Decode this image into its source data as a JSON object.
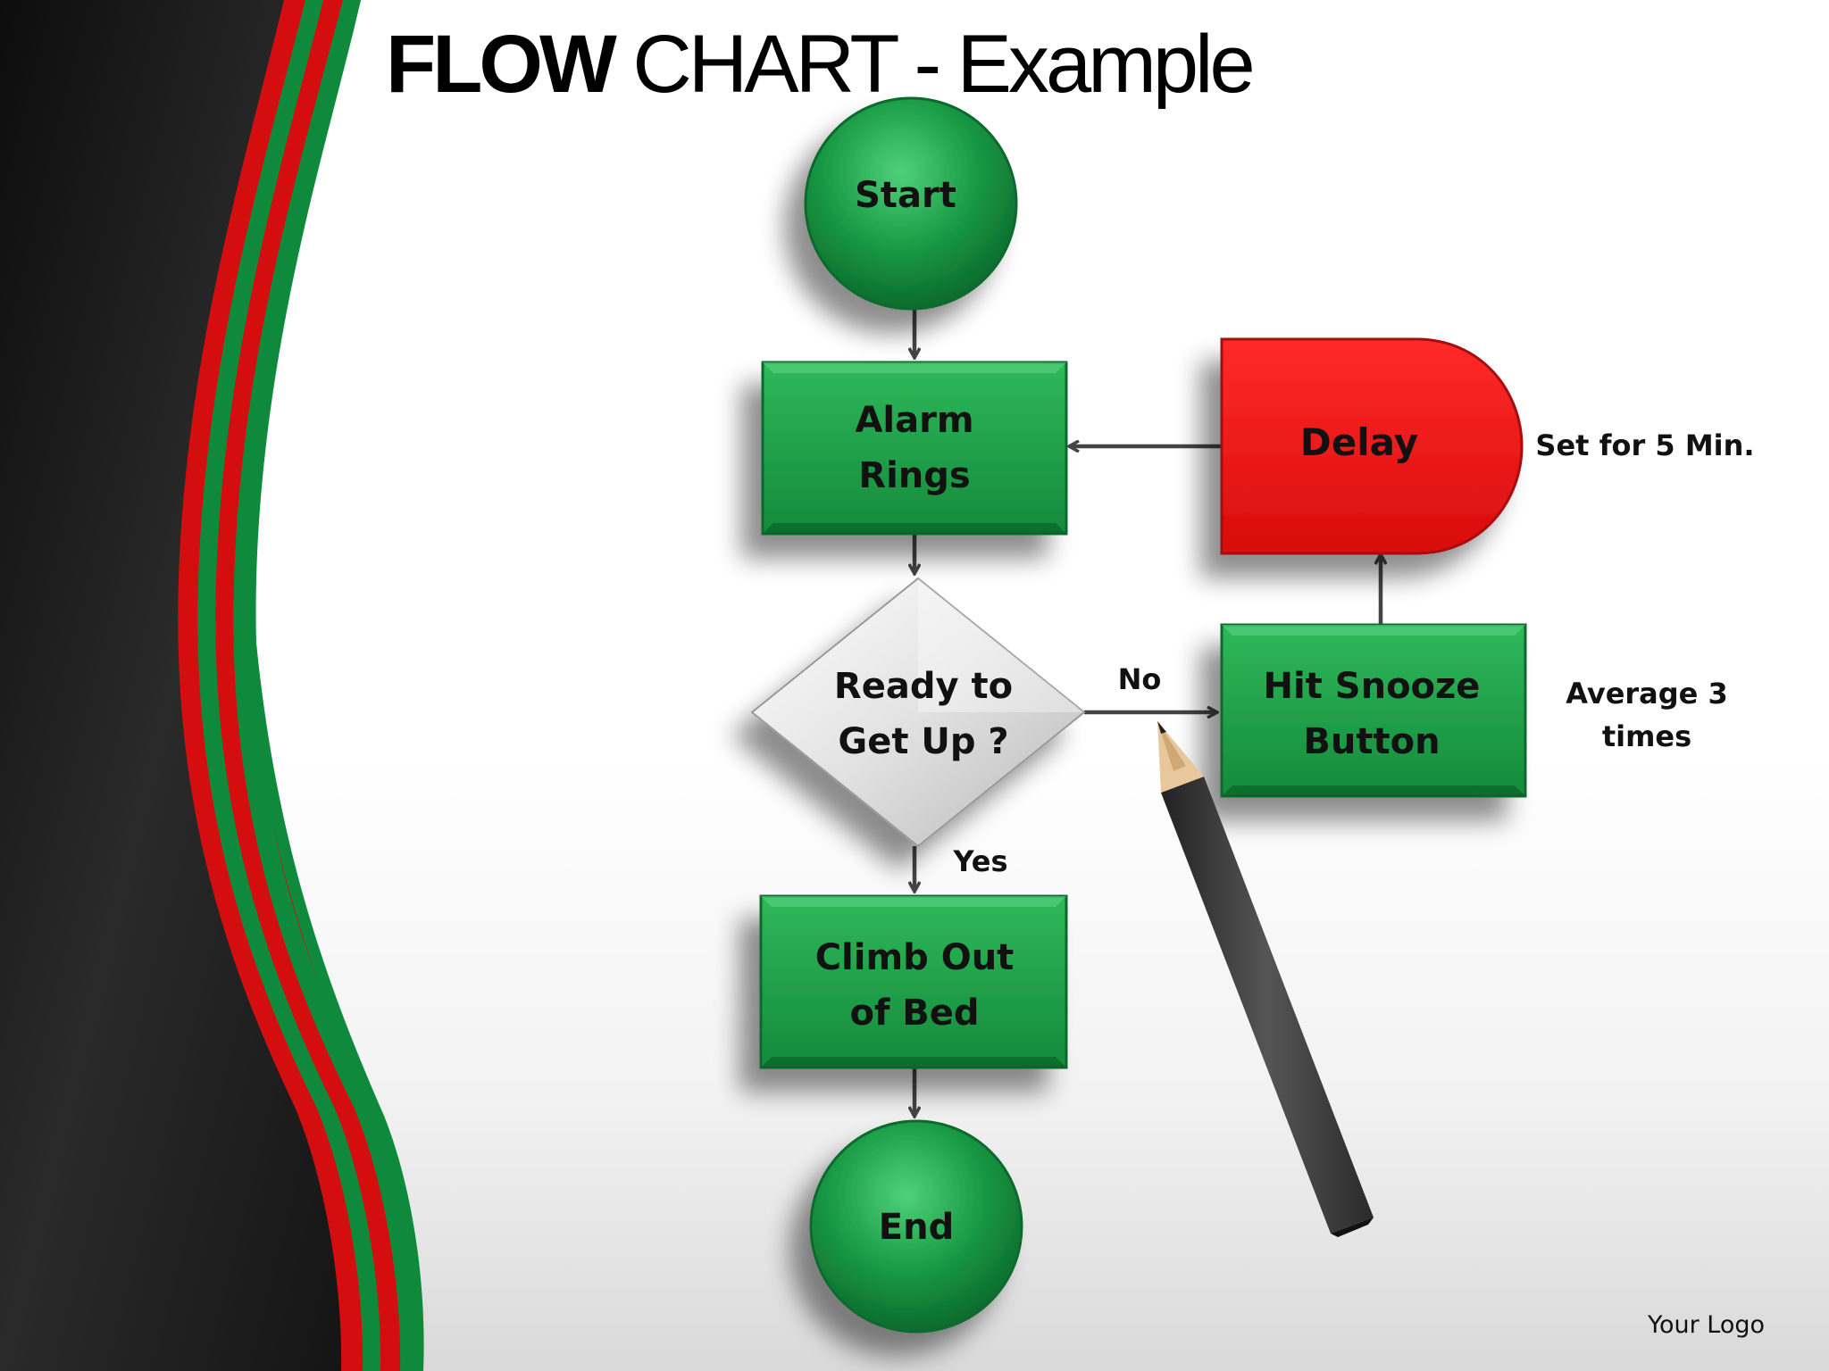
{
  "slide": {
    "title_bold": "FLOW",
    "title_rest": "CHART - Example",
    "logo_text": "Your Logo"
  },
  "nodes": {
    "start": {
      "label": "Start",
      "shape": "circle",
      "color": "#1a9b45"
    },
    "alarm_rings": {
      "line1": "Alarm",
      "line2": "Rings",
      "shape": "rectangle",
      "color": "#1a9b45"
    },
    "decision": {
      "line1": "Ready to",
      "line2": "Get Up ?",
      "shape": "diamond",
      "color": "#e6e6e6"
    },
    "climb_out": {
      "line1": "Climb Out",
      "line2": "of Bed",
      "shape": "rectangle",
      "color": "#1a9b45"
    },
    "end": {
      "label": "End",
      "shape": "circle",
      "color": "#1a9b45"
    },
    "snooze": {
      "line1": "Hit Snooze",
      "line2": "Button",
      "shape": "rectangle",
      "color": "#1a9b45"
    },
    "delay": {
      "label": "Delay",
      "shape": "delay",
      "color": "#ee1111"
    }
  },
  "edges": [
    {
      "from": "start",
      "to": "alarm_rings",
      "label": ""
    },
    {
      "from": "alarm_rings",
      "to": "decision",
      "label": ""
    },
    {
      "from": "decision",
      "to": "climb_out",
      "label": "Yes"
    },
    {
      "from": "climb_out",
      "to": "end",
      "label": ""
    },
    {
      "from": "decision",
      "to": "snooze",
      "label": "No"
    },
    {
      "from": "snooze",
      "to": "delay",
      "label": ""
    },
    {
      "from": "delay",
      "to": "alarm_rings",
      "label": ""
    }
  ],
  "annotations": {
    "delay_note": "Set for 5 Min.",
    "snooze_note_line1": "Average 3",
    "snooze_note_line2": "times"
  },
  "colors": {
    "green": "#1a9b45",
    "red": "#ee1111",
    "black_band": "#1a1a1a",
    "arrow": "#444444"
  }
}
